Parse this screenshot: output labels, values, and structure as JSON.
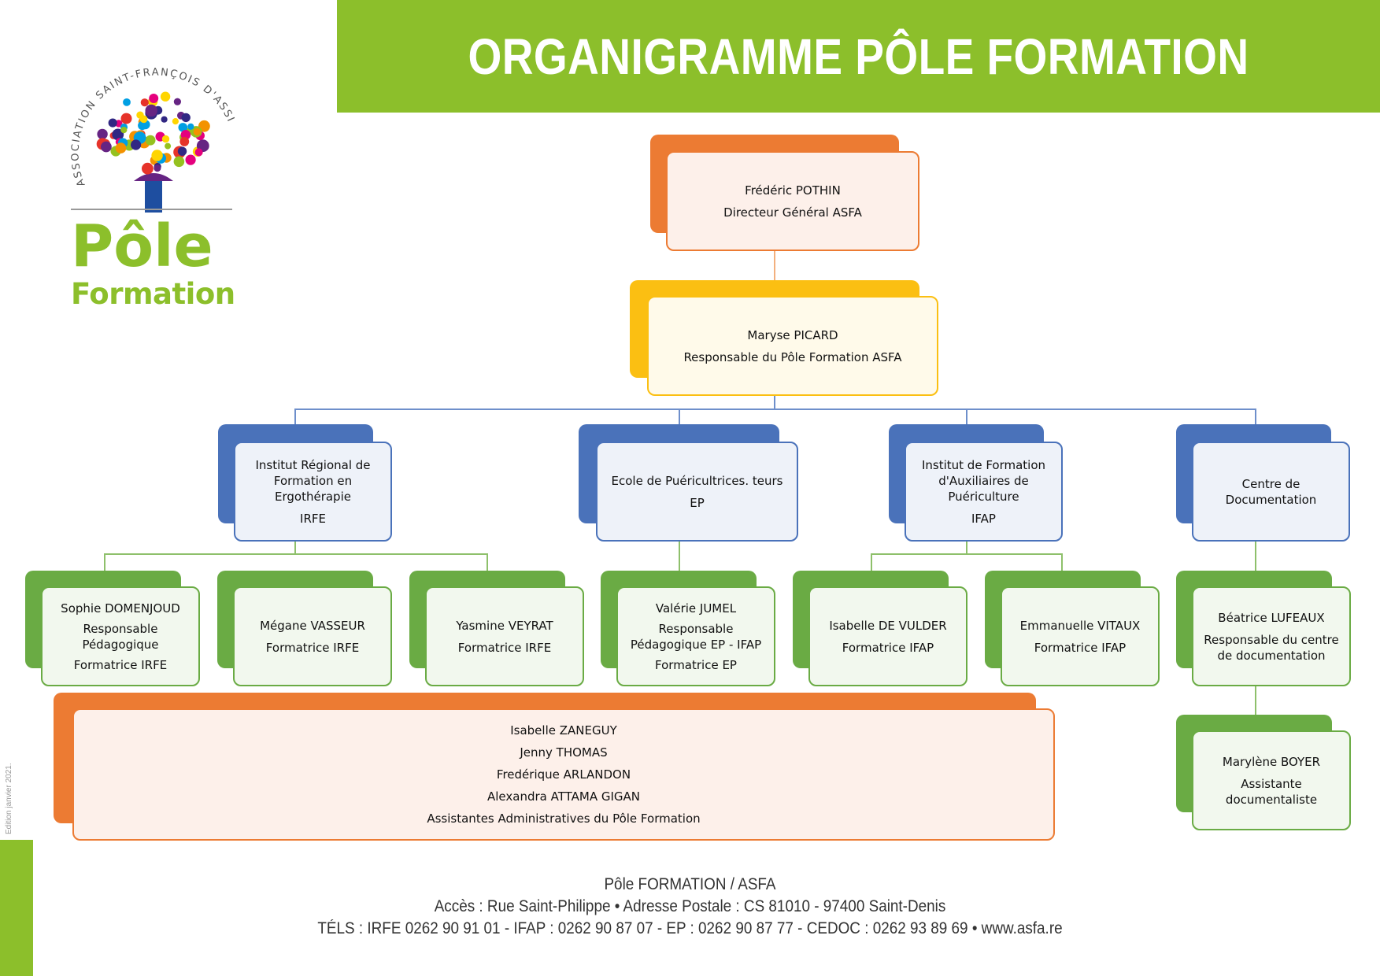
{
  "header": {
    "title": "ORGANIGRAMME PÔLE FORMATION"
  },
  "logo": {
    "arc_text": "ASSOCIATION SAINT-FRANÇOIS D'ASSISE",
    "line1": "Pôle",
    "line2": "Formation",
    "green": "#8cbf2b",
    "tree_colors": [
      "#e6332a",
      "#f39200",
      "#ffd500",
      "#95c11f",
      "#009fe3",
      "#312783",
      "#e5007e",
      "#662483"
    ]
  },
  "side": {
    "edition": "Edition janvier 2021."
  },
  "colors": {
    "orange": "#ec7b33",
    "yellow": "#fbbf12",
    "blue": "#4a72ba",
    "green": "#6aab44",
    "accent": "#8cbf2b"
  },
  "org": {
    "director": {
      "name": "Frédéric POTHIN",
      "role": "Directeur Général ASFA"
    },
    "manager": {
      "name": "Maryse PICARD",
      "role": "Responsable du Pôle Formation ASFA"
    },
    "units": [
      {
        "lines": [
          "Institut Régional de",
          "Formation en",
          "Ergothérapie"
        ],
        "code": "IRFE"
      },
      {
        "lines": [
          "Ecole de Puéricultrices. teurs"
        ],
        "code": "EP"
      },
      {
        "lines": [
          "Institut de Formation",
          "d'Auxiliaires de",
          "Puériculture"
        ],
        "code": "IFAP"
      },
      {
        "lines": [
          "Centre de",
          "Documentation"
        ],
        "code": ""
      }
    ],
    "staff": [
      {
        "name": "Sophie DOMENJOUD",
        "role": [
          "Responsable",
          "Pédagogique",
          "Formatrice IRFE"
        ]
      },
      {
        "name": "Mégane VASSEUR",
        "role": [
          "Formatrice IRFE"
        ]
      },
      {
        "name": "Yasmine VEYRAT",
        "role": [
          "Formatrice IRFE"
        ]
      },
      {
        "name": "Valérie JUMEL",
        "role": [
          "Responsable",
          "Pédagogique EP - IFAP",
          "Formatrice EP"
        ]
      },
      {
        "name": "Isabelle DE VULDER",
        "role": [
          "Formatrice IFAP"
        ]
      },
      {
        "name": "Emmanuelle VITAUX",
        "role": [
          "Formatrice IFAP"
        ]
      },
      {
        "name": "Béatrice LUFEAUX",
        "role": [
          "Responsable du centre",
          "de documentation"
        ]
      },
      {
        "name": "Marylène BOYER",
        "role": [
          "Assistante",
          "documentaliste"
        ]
      }
    ],
    "assistants": {
      "names": [
        "Isabelle ZANEGUY",
        "Jenny THOMAS",
        "Fredérique ARLANDON",
        "Alexandra ATTAMA GIGAN"
      ],
      "role": "Assistantes Administratives du Pôle Formation"
    }
  },
  "footer": {
    "line1": "Pôle FORMATION / ASFA",
    "line2": "Accès : Rue Saint-Philippe • Adresse Postale : CS 81010 - 97400 Saint-Denis",
    "line3": "TÉLS : IRFE 0262 90 91 01 - IFAP : 0262 90 87 07 - EP : 0262 90 87 77 - CEDOC : 0262 93 89 69 • www.asfa.re"
  }
}
